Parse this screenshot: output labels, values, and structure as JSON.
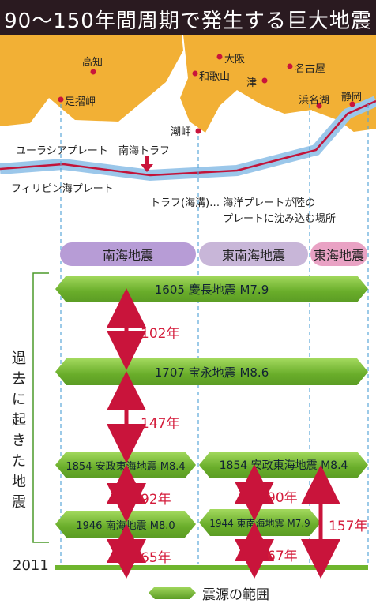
{
  "title": "90〜150年間周期で発生する巨大地震",
  "map": {
    "places": [
      "高知",
      "足摺岬",
      "大阪",
      "和歌山",
      "津",
      "名古屋",
      "潮岬",
      "浜名湖",
      "静岡"
    ],
    "plates": [
      "ユーラシアプレート",
      "フィリピン海プレート"
    ],
    "trough_label": "南海トラフ",
    "note_line1": "トラフ(海溝)… 海洋プレートが陸の",
    "note_line2": "プレートに沈み込む場所"
  },
  "regions": [
    "南海地震",
    "東南海地震",
    "東海地震"
  ],
  "side_label": [
    "過",
    "去",
    "に",
    "起",
    "き",
    "た",
    "地",
    "震"
  ],
  "events": {
    "e1605": "1605 慶長地震 M7.9",
    "e1707": "1707 宝永地震 M8.6",
    "e1854a": "1854 安政東海地震 M8.4",
    "e1854b": "1854 安政東海地震 M8.4",
    "e1946": "1946 南海地震 M8.0",
    "e1944": "1944 東南海地震 M7.9"
  },
  "gaps": {
    "g102": "102年",
    "g147": "147年",
    "g92": "92年",
    "g90": "90年",
    "g157": "157年",
    "g65": "65年",
    "g67": "67年"
  },
  "year_now": "2011",
  "legend": "震源の範囲",
  "colors": {
    "land": "#f2b035",
    "sea": "#ffffff",
    "plate_line": "#c2143a",
    "plate_band": "#9bc7ea",
    "bar": "#6fb52e",
    "arrow": "#c9143b"
  }
}
